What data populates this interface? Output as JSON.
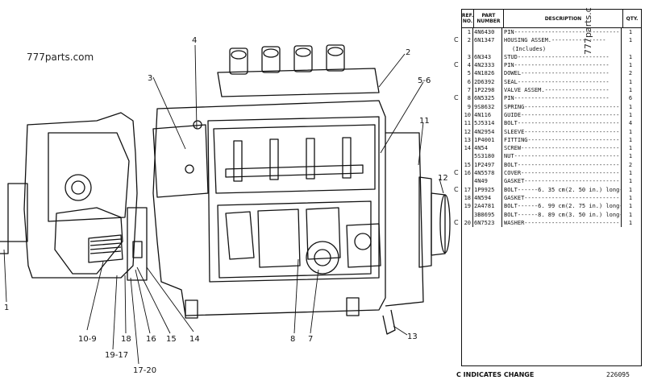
{
  "watermark": "777parts.com",
  "watermark_side": "777parts.c",
  "callouts": [
    "1",
    "2",
    "3",
    "4",
    "5-6",
    "7",
    "8",
    "10-9",
    "11",
    "12",
    "13",
    "14",
    "15",
    "16",
    "17-20",
    "18",
    "19-17"
  ],
  "table": {
    "headers": {
      "ref": "REF. NO.",
      "part": "PART NUMBER",
      "desc": "DESCRIPTION",
      "qty": "QTY."
    },
    "rows": [
      {
        "c": "",
        "ref": "1",
        "part": "4N6430",
        "desc": "PIN-------------------------------",
        "qty": "1"
      },
      {
        "c": "C",
        "ref": "2",
        "part": "6N1347",
        "desc": "HOUSING ASSEM.----------------",
        "qty": "1"
      },
      {
        "c": "",
        "ref": "",
        "part": "",
        "desc": "(Includes)",
        "qty": ""
      },
      {
        "c": "",
        "ref": "3",
        "part": "6N343",
        "desc": "STUD---------------------------",
        "qty": "1"
      },
      {
        "c": "C",
        "ref": "4",
        "part": "4N2333",
        "desc": "PIN----------------------------",
        "qty": "1"
      },
      {
        "c": "",
        "ref": "5",
        "part": "4N1826",
        "desc": "DOWEL--------------------------",
        "qty": "2"
      },
      {
        "c": "",
        "ref": "6",
        "part": "2D6392",
        "desc": "SEAL---------------------------",
        "qty": "1"
      },
      {
        "c": "",
        "ref": "7",
        "part": "1P2298",
        "desc": "VALVE ASSEM.-------------------",
        "qty": "1"
      },
      {
        "c": "C",
        "ref": "8",
        "part": "6N5325",
        "desc": "PIN----------------------------",
        "qty": "6"
      },
      {
        "c": "",
        "ref": "9",
        "part": "9S8632",
        "desc": "SPRING----------------------------",
        "qty": "1"
      },
      {
        "c": "",
        "ref": "10",
        "part": "4N116",
        "desc": "GUIDE-----------------------------",
        "qty": "1"
      },
      {
        "c": "",
        "ref": "11",
        "part": "5J5314",
        "desc": "BOLT------------------------------",
        "qty": "4"
      },
      {
        "c": "",
        "ref": "12",
        "part": "4N2954",
        "desc": "SLEEVE----------------------------",
        "qty": "1"
      },
      {
        "c": "",
        "ref": "13",
        "part": "1P4001",
        "desc": "FITTING---------------------------",
        "qty": "1"
      },
      {
        "c": "",
        "ref": "14",
        "part": "4N54",
        "desc": "SCREW-----------------------------",
        "qty": "1"
      },
      {
        "c": "",
        "ref": "",
        "part": "5S3180",
        "desc": "NUT-------------------------------",
        "qty": "1"
      },
      {
        "c": "",
        "ref": "15",
        "part": "1P2497",
        "desc": "BOLT------------------------------",
        "qty": "2"
      },
      {
        "c": "C",
        "ref": "16",
        "part": "4N5578",
        "desc": "COVER-----------------------------",
        "qty": "1"
      },
      {
        "c": "",
        "ref": "",
        "part": "4N49",
        "desc": "GASKET----------------------------",
        "qty": "1"
      },
      {
        "c": "C",
        "ref": "17",
        "part": "1P9925",
        "desc": "BOLT------6. 35 cm(2. 50 in.) long--",
        "qty": "1"
      },
      {
        "c": "",
        "ref": "18",
        "part": "4N594",
        "desc": "GASKET----------------------------",
        "qty": "1"
      },
      {
        "c": "",
        "ref": "19",
        "part": "2A4781",
        "desc": "BOLT------6. 99 cm(2. 75 in.) long--",
        "qty": "1"
      },
      {
        "c": "",
        "ref": "",
        "part": "3B8695",
        "desc": "BOLT------8. 89 cm(3. 50 in.) long--",
        "qty": "1"
      },
      {
        "c": "C",
        "ref": "20",
        "part": "6N7523",
        "desc": "WASHER----------------------------",
        "qty": "1"
      }
    ]
  },
  "footer": {
    "note": "C INDICATES CHANGE",
    "code": "226095"
  }
}
